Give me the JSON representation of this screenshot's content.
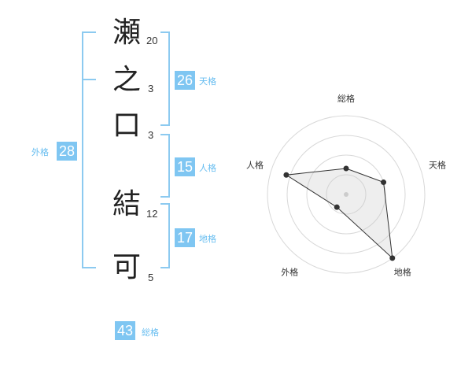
{
  "name": {
    "chars": [
      "瀬",
      "之",
      "口",
      "結",
      "可"
    ],
    "strokes": [
      "20",
      "3",
      "3",
      "12",
      "5"
    ]
  },
  "gaku": {
    "tenkaku": {
      "value": "26",
      "label": "天格"
    },
    "jinkaku": {
      "value": "15",
      "label": "人格"
    },
    "chikaku": {
      "value": "17",
      "label": "地格"
    },
    "gaikaku": {
      "value": "28",
      "label": "外格"
    },
    "soukaku": {
      "value": "43",
      "label": "総格"
    }
  },
  "colors": {
    "accent": "#7fc6f2",
    "bracket": "#8ccaf0"
  },
  "chart_data": {
    "type": "radar",
    "axes": [
      "総格",
      "天格",
      "地格",
      "外格",
      "人格"
    ],
    "values": [
      0.33,
      0.5,
      1.0,
      0.2,
      0.8
    ],
    "rings": 4
  }
}
